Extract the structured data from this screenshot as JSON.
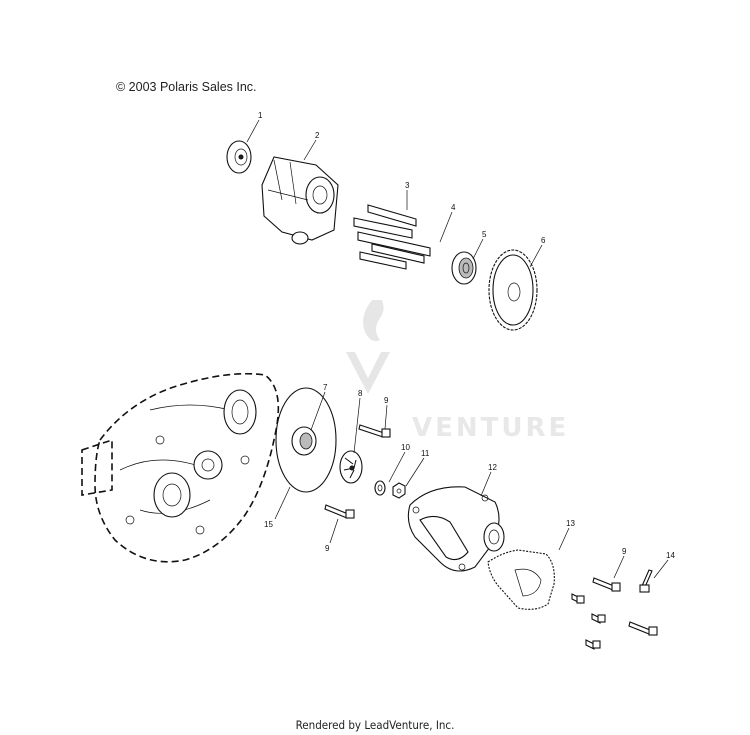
{
  "header": {
    "copyright": "© 2003 Polaris Sales Inc."
  },
  "footer": {
    "rendered_by": "Rendered by LeadVenture, Inc."
  },
  "watermark": {
    "text": "VENTURE"
  },
  "callouts": [
    "1",
    "2",
    "3",
    "4",
    "5",
    "6",
    "7",
    "8",
    "9",
    "10",
    "11",
    "12",
    "13",
    "9",
    "14",
    "15",
    "9"
  ]
}
